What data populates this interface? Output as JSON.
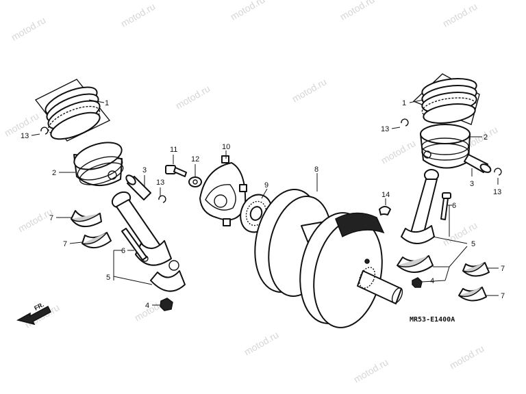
{
  "watermark": "motod.ru",
  "diagram_code": "MR53-E1400A",
  "front_label": "FR.",
  "callouts": {
    "c1_left": "1",
    "c2_left": "2",
    "c3_left": "3",
    "c13_left_a": "13",
    "c13_left_b": "13",
    "c7_left_a": "7",
    "c7_left_b": "7",
    "c6_left": "6",
    "c5_left": "5",
    "c4_left": "4",
    "c11": "11",
    "c12": "12",
    "c10": "10",
    "c9": "9",
    "c8": "8",
    "c14": "14",
    "c1_right": "1",
    "c2_right": "2",
    "c3_right": "3",
    "c13_right_a": "13",
    "c13_right_b": "13",
    "c6_right": "6",
    "c5_right": "5",
    "c4_right": "4",
    "c7_right_a": "7",
    "c7_right_b": "7"
  },
  "colors": {
    "line": "#111111",
    "watermark": "#d6d6d6",
    "background": "#ffffff"
  }
}
